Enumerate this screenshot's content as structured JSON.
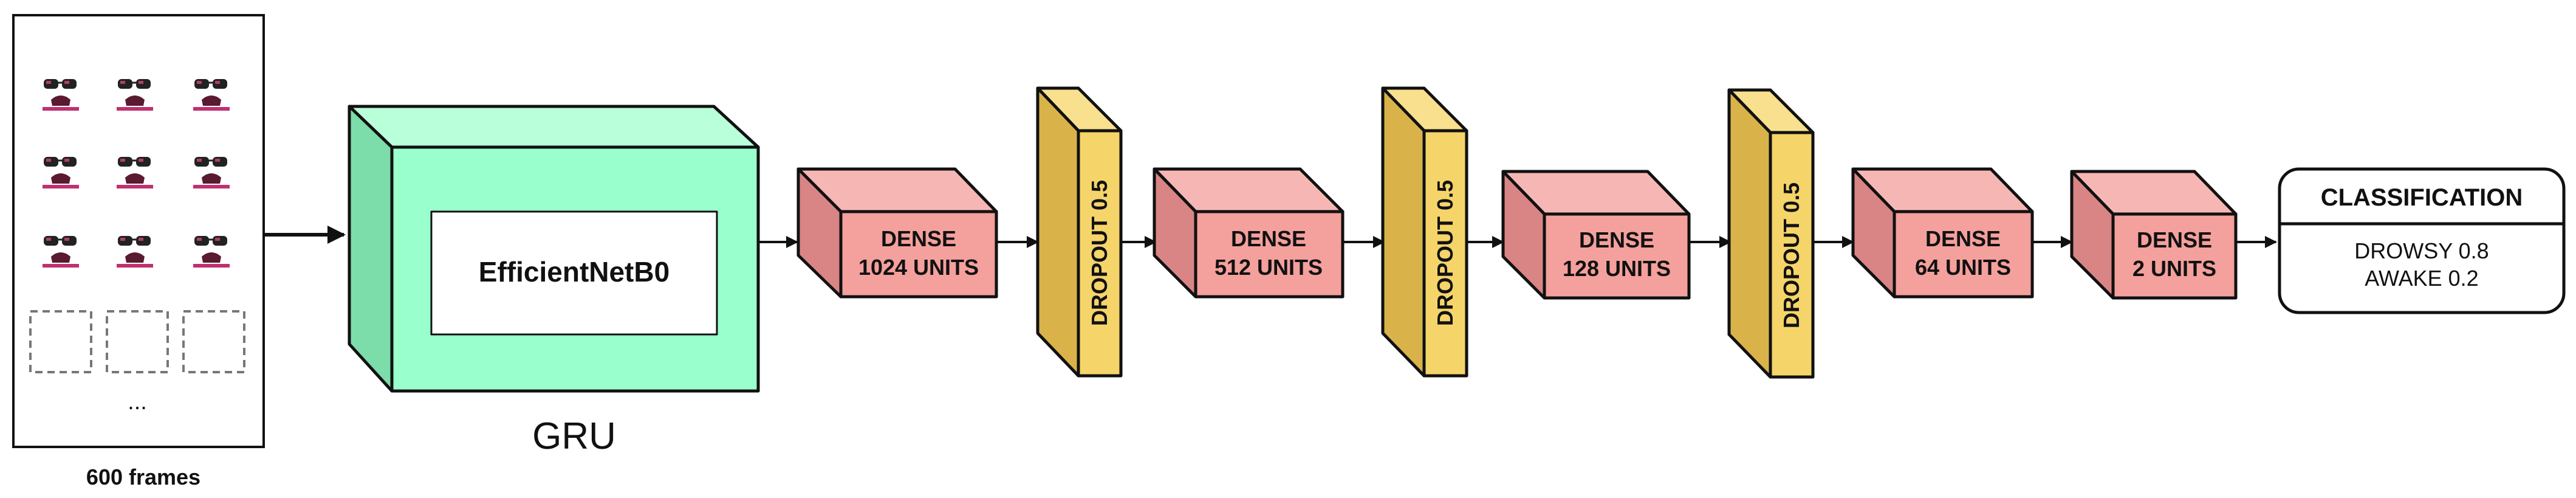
{
  "frames": {
    "caption": "600 frames",
    "ellipsis": "..."
  },
  "backbone": {
    "inner_label": "EfficientNetB0",
    "caption": "GRU"
  },
  "dense_1": {
    "title": "DENSE",
    "units": "1024 UNITS"
  },
  "dropout_1": {
    "label": "DROPOUT 0.5"
  },
  "dense_2": {
    "title": "DENSE",
    "units": "512 UNITS"
  },
  "dropout_2": {
    "label": "DROPOUT 0.5"
  },
  "dense_3": {
    "title": "DENSE",
    "units": "128 UNITS"
  },
  "dropout_3": {
    "label": "DROPOUT 0.5"
  },
  "dense_4": {
    "title": "DENSE",
    "units": "64 UNITS"
  },
  "dense_5": {
    "title": "DENSE",
    "units": "2 UNITS"
  },
  "classification": {
    "header": "CLASSIFICATION",
    "line1": "DROWSY 0.8",
    "line2": "AWAKE 0.2"
  },
  "colors": {
    "green": "#99ffcc",
    "dense": "#f4a09c",
    "dropout": "#f5d46a",
    "stroke": "#111111"
  }
}
